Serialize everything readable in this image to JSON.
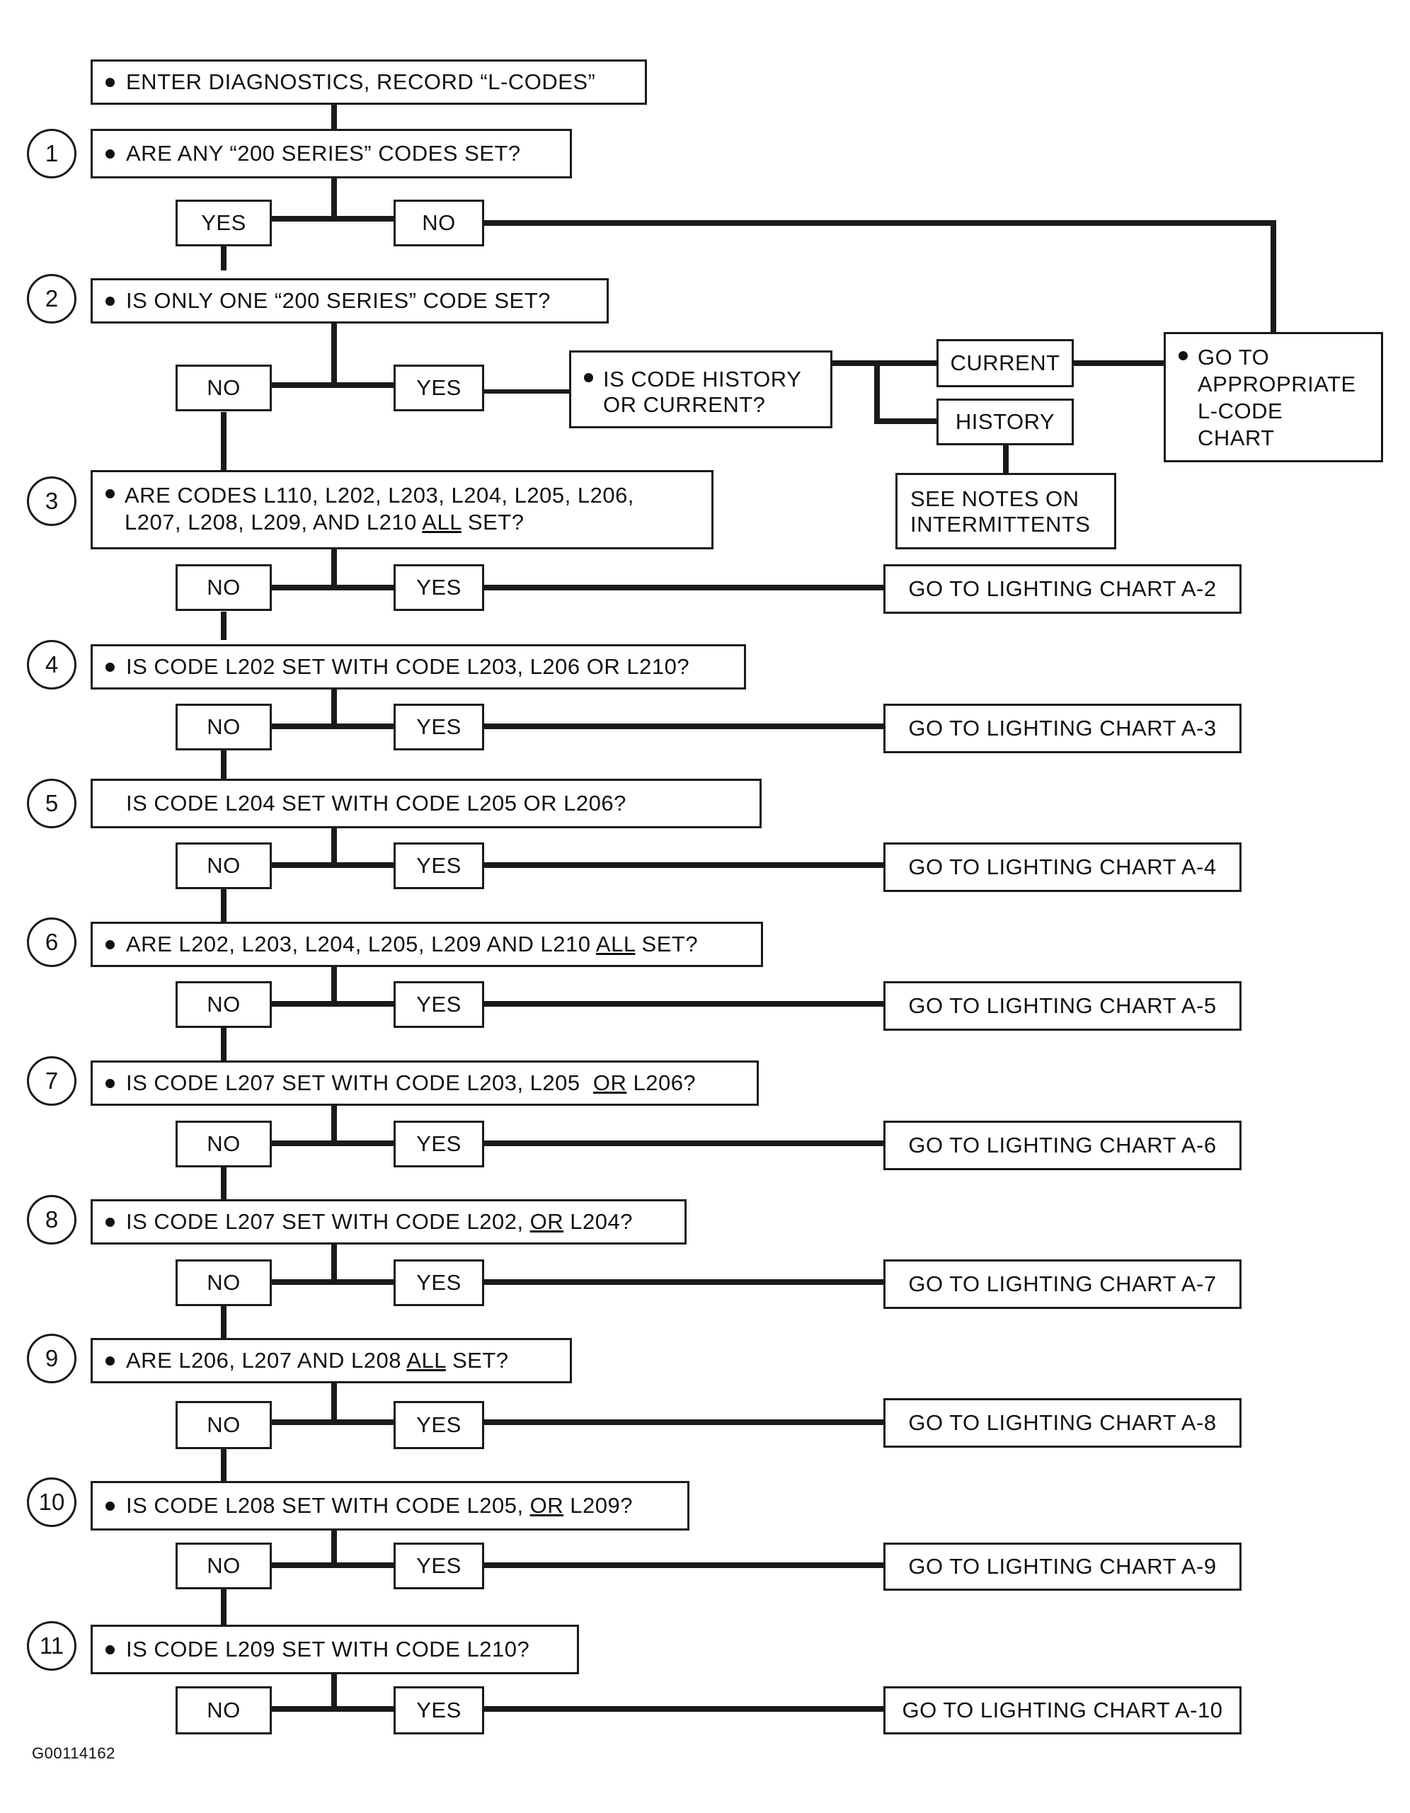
{
  "start": "ENTER DIAGNOSTICS, RECORD “L-CODES”",
  "steps": [
    {
      "n": "1",
      "pre": "ARE ANY “200 SERIES” CODES SET?",
      "u": "",
      "post": ""
    },
    {
      "n": "2",
      "pre": "IS ONLY ONE “200 SERIES” CODE SET?",
      "u": "",
      "post": ""
    },
    {
      "n": "3",
      "line1": "ARE CODES L110, L202, L203, L204, L205, L206,",
      "pre": "L207, L208, L209, AND L210 ",
      "u": "ALL",
      "post": " SET?"
    },
    {
      "n": "4",
      "pre": "IS CODE L202 SET WITH CODE L203, L206 OR L210?",
      "u": "",
      "post": ""
    },
    {
      "n": "5",
      "pre": "IS CODE L204 SET WITH CODE L205 OR L206?",
      "u": "",
      "post": ""
    },
    {
      "n": "6",
      "pre": "ARE L202, L203, L204, L205, L209 AND L210 ",
      "u": "ALL",
      "post": " SET?"
    },
    {
      "n": "7",
      "pre": "IS CODE L207 SET WITH CODE L203, L205  ",
      "u": "OR",
      "post": " L206?"
    },
    {
      "n": "8",
      "pre": "IS CODE L207 SET WITH CODE L202, ",
      "u": "OR",
      "post": " L204?"
    },
    {
      "n": "9",
      "pre": "ARE L206, L207 AND L208 ",
      "u": "ALL",
      "post": " SET?"
    },
    {
      "n": "10",
      "pre": "IS CODE L208 SET WITH CODE L205, ",
      "u": "OR",
      "post": " L209?"
    },
    {
      "n": "11",
      "pre": "IS CODE L209 SET WITH CODE L210?",
      "u": "",
      "post": ""
    }
  ],
  "answers": {
    "yes": "YES",
    "no": "NO"
  },
  "history_question": {
    "line1": "IS CODE HISTORY",
    "line2": "OR CURRENT?"
  },
  "current": "CURRENT",
  "history": "HISTORY",
  "go_to_lcode": {
    "line1": "GO TO",
    "line2": "APPROPRIATE",
    "line3": "L-CODE",
    "line4": "CHART"
  },
  "intermittents": {
    "line1": "SEE NOTES ON",
    "line2": "INTERMITTENTS"
  },
  "destinations": [
    "GO TO LIGHTING CHART A-2",
    "GO TO LIGHTING CHART A-3",
    "GO TO LIGHTING CHART A-4",
    "GO TO LIGHTING CHART A-5",
    "GO TO LIGHTING CHART A-6",
    "GO TO LIGHTING CHART A-7",
    "GO TO LIGHTING CHART A-8",
    "GO TO LIGHTING CHART A-9",
    "GO TO LIGHTING CHART A-10"
  ],
  "figure_id": "G00114162"
}
